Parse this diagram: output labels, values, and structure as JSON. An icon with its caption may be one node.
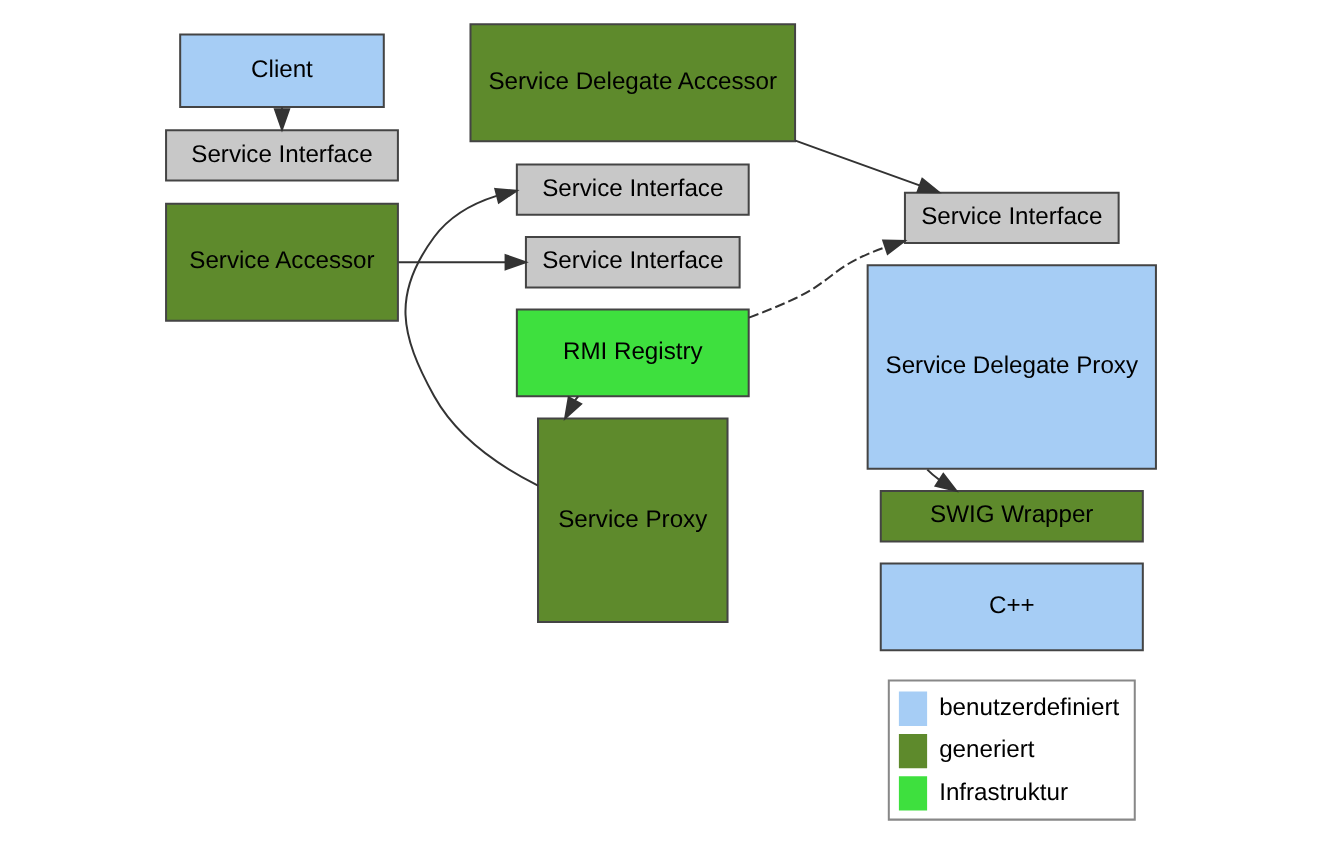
{
  "diagram": {
    "nodes": [
      {
        "text": [
          "Client"
        ]
      },
      {
        "text": [
          "Service Interface"
        ]
      },
      {
        "text": [
          "Service Accessor"
        ]
      },
      {
        "text": [
          "Service Interface"
        ]
      },
      {
        "text": [
          "Service Proxy"
        ]
      },
      {
        "text": [
          "Service Delegate Accessor"
        ]
      },
      {
        "text": [
          "Service Interface"
        ]
      },
      {
        "text": [
          "Service Interface"
        ]
      },
      {
        "text": [
          "Service Delegate Proxy"
        ]
      },
      {
        "text": [
          "SWIG Wrapper"
        ]
      },
      {
        "text": [
          "C++"
        ]
      },
      {
        "text": [
          "RMI Registry"
        ]
      }
    ],
    "edges": [
      {
        "from": 0,
        "to": 1,
        "arrow": "to"
      },
      {
        "from": 2,
        "to": 3,
        "arrow": "to"
      },
      {
        "from": 4,
        "to": 6,
        "arrow": "to"
      },
      {
        "from": 5,
        "to": 7,
        "arrow": "to"
      },
      {
        "from": 8,
        "to": 9,
        "arrow": "to"
      },
      {
        "from": 11,
        "to": 4,
        "arrow": "to",
        "style": "dashed"
      },
      {
        "from": 11,
        "to": 7,
        "arrow": "to",
        "style": "dashed"
      }
    ],
    "legend": [
      {
        "text": "benutzerdefiniert",
        "color": "#a6cdf5"
      },
      {
        "text": "generiert",
        "color": "#5e8a2c"
      },
      {
        "text": "Infrastruktur",
        "color": "#3ee03e"
      }
    ]
  }
}
